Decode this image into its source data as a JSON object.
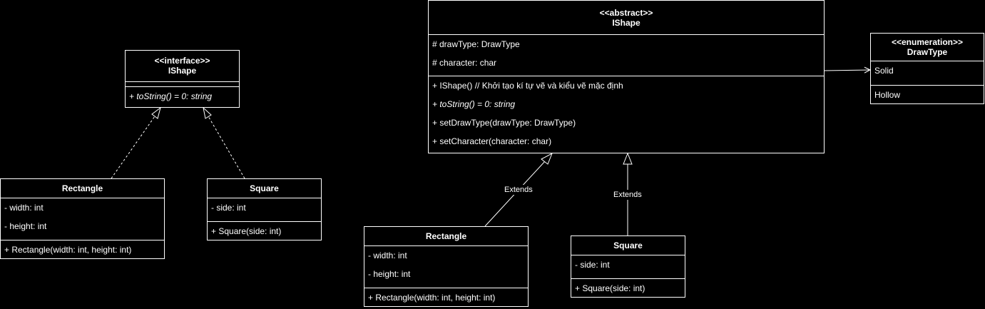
{
  "left_diagram": {
    "ishape": {
      "stereotype": "<<interface>>",
      "name": "IShape",
      "methods": [
        "+ toString() = 0: string"
      ]
    },
    "rectangle": {
      "name": "Rectangle",
      "attributes": [
        "- width: int",
        "- height: int"
      ],
      "methods": [
        "+ Rectangle(width: int, height: int)"
      ]
    },
    "square": {
      "name": "Square",
      "attributes": [
        "- side: int"
      ],
      "methods": [
        "+ Square(side: int)"
      ]
    }
  },
  "right_diagram": {
    "ishape": {
      "stereotype": "<<abstract>>",
      "name": "IShape",
      "attributes": [
        "# drawType: DrawType",
        "# character: char"
      ],
      "methods": [
        "+ IShape() // Khởi tạo kí tự vẽ và kiểu vẽ mặc định",
        "+ toString() = 0: string",
        "+ setDrawType(drawType: DrawType)",
        "+ setCharacter(character: char)"
      ]
    },
    "drawtype": {
      "stereotype": "<<enumeration>>",
      "name": "DrawType",
      "values": [
        "Solid",
        "Hollow"
      ]
    },
    "rectangle": {
      "name": "Rectangle",
      "attributes": [
        "- width: int",
        "- height: int"
      ],
      "methods": [
        "+ Rectangle(width: int, height: int)"
      ]
    },
    "square": {
      "name": "Square",
      "attributes": [
        "- side: int"
      ],
      "methods": [
        "+ Square(side: int)"
      ]
    },
    "edge_labels": {
      "rectangle_extends": "Extends",
      "square_extends": "Extends"
    }
  },
  "colors": {
    "background": "#000000",
    "stroke": "#ffffff",
    "text": "#ffffff"
  }
}
